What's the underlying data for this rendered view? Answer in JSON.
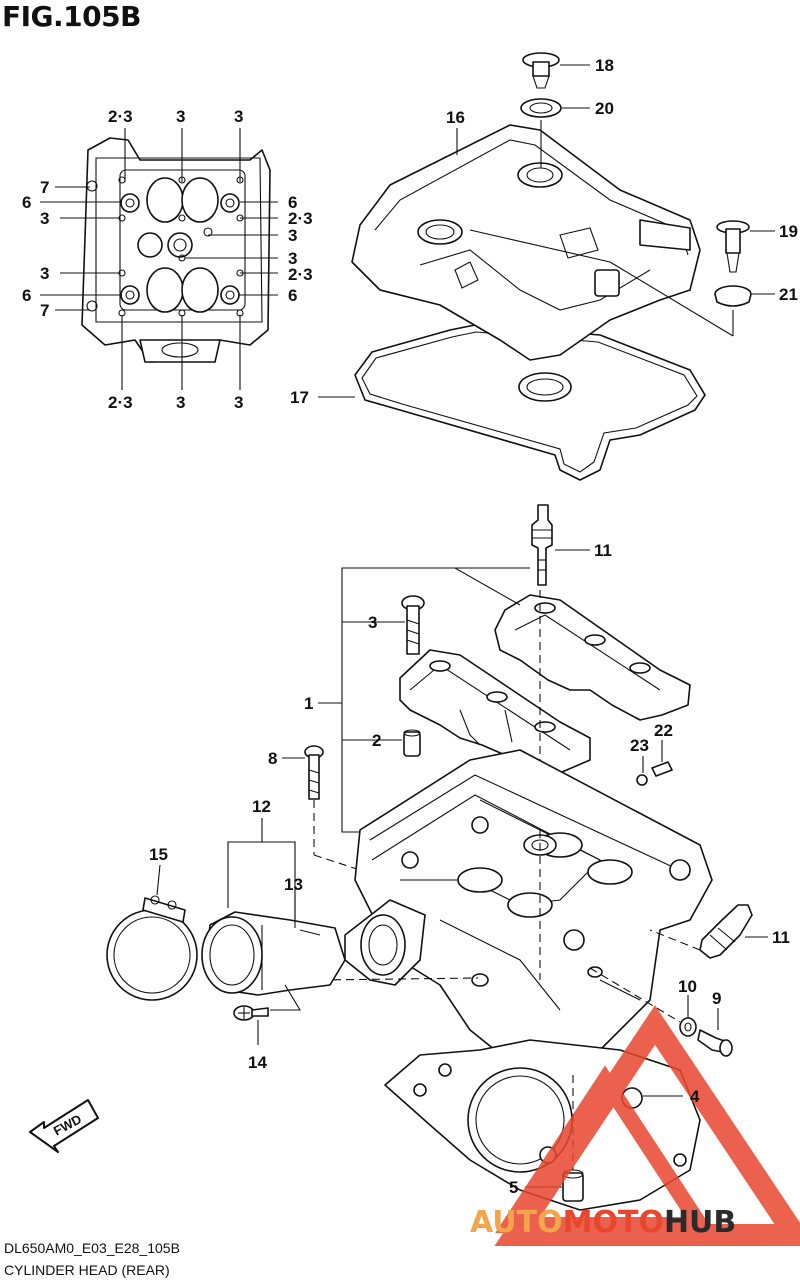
{
  "figure": {
    "title": "FIG.105B",
    "model_code": "DL650AM0_E03_E28_105B",
    "caption": "CYLINDER HEAD (REAR)"
  },
  "callouts": {
    "tl_23_a": "2·3",
    "tl_3_a": "3",
    "tl_3_b": "3",
    "tl_7_a": "7",
    "tl_6_a": "6",
    "tl_6_b": "6",
    "tl_3_c": "3",
    "tl_23_b": "2·3",
    "tl_3_d": "3",
    "tl_3_e": "3",
    "tl_3_f": "3",
    "tl_23_c": "2·3",
    "tl_6_c": "6",
    "tl_6_d": "6",
    "tl_7_b": "7",
    "tl_23_d": "2·3",
    "tl_3_g": "3",
    "tl_3_h": "3",
    "p18": "18",
    "p20": "20",
    "p16": "16",
    "p19": "19",
    "p21": "21",
    "p17": "17",
    "p11_a": "11",
    "p3": "3",
    "p1": "1",
    "p2": "2",
    "p8": "8",
    "p23": "23",
    "p22": "22",
    "p12": "12",
    "p15": "15",
    "p13": "13",
    "p11_b": "11",
    "p10": "10",
    "p9": "9",
    "p14": "14",
    "p4": "4",
    "p5": "5"
  },
  "direction_badge": "FWD",
  "watermark": {
    "text_part1": "AUTO",
    "text_part2": "MOTO",
    "text_part3": "HUB",
    "color_primary": "#e8462e",
    "color_secondary": "#f2a54a",
    "color_dark": "#2b2b2b"
  }
}
